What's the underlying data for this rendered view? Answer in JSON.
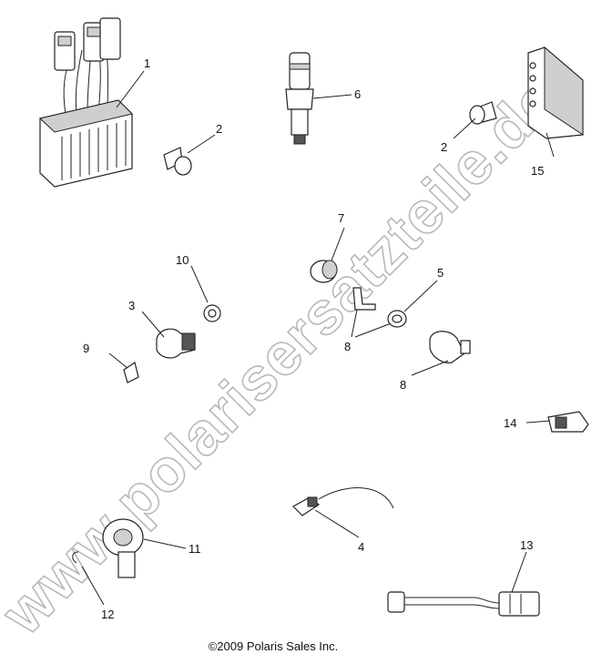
{
  "watermark": "www.polarisersatzteile.de",
  "copyright": "©2009 Polaris Sales Inc.",
  "callouts": {
    "c1": "1",
    "c2a": "2",
    "c2b": "2",
    "c3": "3",
    "c4": "4",
    "c5": "5",
    "c6": "6",
    "c7": "7",
    "c8a": "8",
    "c8b": "8",
    "c9": "9",
    "c10": "10",
    "c11": "11",
    "c12": "12",
    "c13": "13",
    "c14": "14",
    "c15": "15"
  }
}
